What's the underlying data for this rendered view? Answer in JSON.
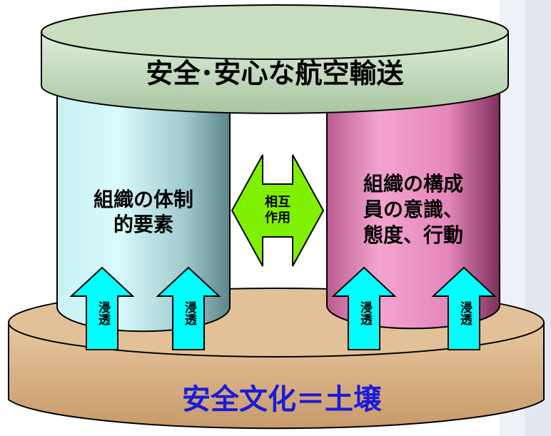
{
  "diagram": {
    "top_disc_label": "安全･安心な航空輸送",
    "left_pillar_label": "組織の体制\n的要素",
    "right_pillar_label": "組織の構成\n員の意識、\n態度、行動",
    "interaction_label": "相互\n作用",
    "base_label": "安全文化＝土壌",
    "arrow_labels": [
      "浸透",
      "浸透",
      "浸透",
      "浸透"
    ]
  },
  "colors": {
    "top_disc": "#c7dcbd",
    "left_pillar": "#bfe9ec",
    "right_pillar": "#e58dbd",
    "base_disc": "#d9b387",
    "interaction_arrow": "#7ff000",
    "up_arrows": "#00ffff",
    "base_text": "#1a1adc"
  }
}
